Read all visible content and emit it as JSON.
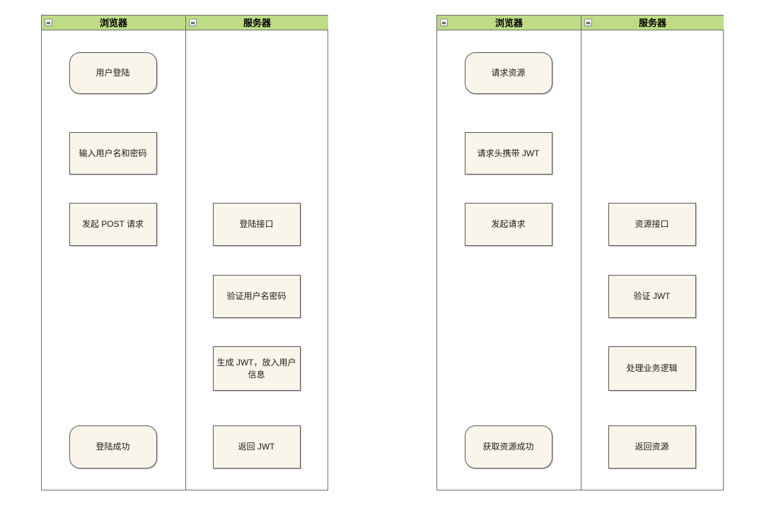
{
  "colors": {
    "canvas_background": "#ffffff",
    "lane_header_fill": "#bddc85",
    "lane_title_color": "#000000",
    "node_fill": "#f9f5ea",
    "node_border": "#565656",
    "pool_border": "#6e6e6e",
    "arrow": "#000000"
  },
  "diagrams": [
    {
      "id": "jwt-login-flow",
      "lanes": [
        {
          "label": "浏览器",
          "collapse_icon": "minus"
        },
        {
          "label": "服务器",
          "collapse_icon": "minus"
        }
      ],
      "nodes": [
        {
          "id": "user-login",
          "label": "用户登陆",
          "shape": "terminator",
          "lane": 0,
          "row": 0
        },
        {
          "id": "enter-credentials",
          "label": "输入用户名和密码",
          "shape": "process",
          "lane": 0,
          "row": 1
        },
        {
          "id": "send-post-request",
          "label": "发起 POST 请求",
          "shape": "process",
          "lane": 0,
          "row": 2
        },
        {
          "id": "login-api",
          "label": "登陆接口",
          "shape": "process",
          "lane": 1,
          "row": 2
        },
        {
          "id": "verify-credentials",
          "label": "验证用户名密码",
          "shape": "process",
          "lane": 1,
          "row": 3
        },
        {
          "id": "generate-jwt",
          "label": "生成 JWT，放入用户信息",
          "shape": "process",
          "lane": 1,
          "row": 4
        },
        {
          "id": "return-jwt",
          "label": "返回 JWT",
          "shape": "process",
          "lane": 1,
          "row": 5
        },
        {
          "id": "login-success",
          "label": "登陆成功",
          "shape": "terminator",
          "lane": 0,
          "row": 5
        }
      ],
      "edges": [
        [
          "user-login",
          "enter-credentials"
        ],
        [
          "enter-credentials",
          "send-post-request"
        ],
        [
          "send-post-request",
          "login-api"
        ],
        [
          "login-api",
          "verify-credentials"
        ],
        [
          "verify-credentials",
          "generate-jwt"
        ],
        [
          "generate-jwt",
          "return-jwt"
        ],
        [
          "return-jwt",
          "login-success"
        ]
      ]
    },
    {
      "id": "jwt-resource-flow",
      "lanes": [
        {
          "label": "浏览器",
          "collapse_icon": "minus"
        },
        {
          "label": "服务器",
          "collapse_icon": "minus"
        }
      ],
      "nodes": [
        {
          "id": "request-resource",
          "label": "请求资源",
          "shape": "terminator",
          "lane": 0,
          "row": 0
        },
        {
          "id": "header-carries-jwt",
          "label": "请求头携带 JWT",
          "shape": "process",
          "lane": 0,
          "row": 1
        },
        {
          "id": "send-request",
          "label": "发起请求",
          "shape": "process",
          "lane": 0,
          "row": 2
        },
        {
          "id": "resource-api",
          "label": "资源接口",
          "shape": "process",
          "lane": 1,
          "row": 2
        },
        {
          "id": "verify-jwt",
          "label": "验证 JWT",
          "shape": "process",
          "lane": 1,
          "row": 3
        },
        {
          "id": "handle-business-logic",
          "label": "处理业务逻辑",
          "shape": "process",
          "lane": 1,
          "row": 4
        },
        {
          "id": "return-resource",
          "label": "返回资源",
          "shape": "process",
          "lane": 1,
          "row": 5
        },
        {
          "id": "get-resource-success",
          "label": "获取资源成功",
          "shape": "terminator",
          "lane": 0,
          "row": 5
        }
      ],
      "edges": [
        [
          "request-resource",
          "header-carries-jwt"
        ],
        [
          "header-carries-jwt",
          "send-request"
        ],
        [
          "send-request",
          "resource-api"
        ],
        [
          "resource-api",
          "verify-jwt"
        ],
        [
          "verify-jwt",
          "handle-business-logic"
        ],
        [
          "handle-business-logic",
          "return-resource"
        ],
        [
          "return-resource",
          "get-resource-success"
        ]
      ]
    }
  ]
}
